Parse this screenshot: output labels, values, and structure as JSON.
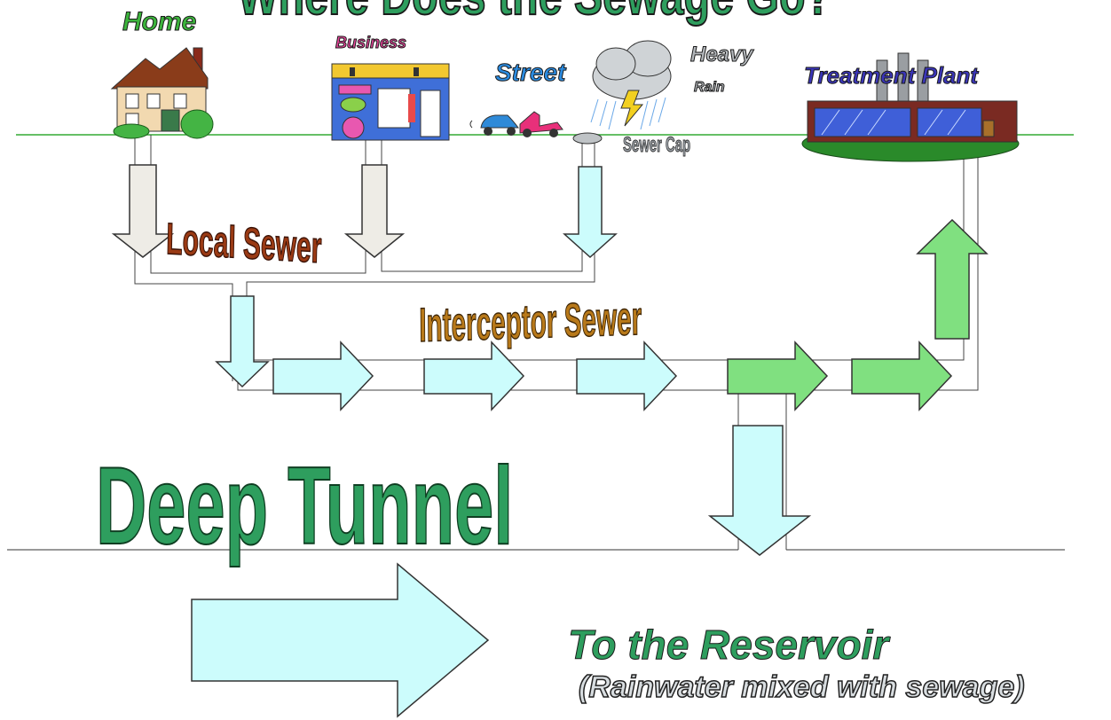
{
  "title": "Where Does the Sewage Go?",
  "labels": {
    "home": "Home",
    "business": "Business",
    "street": "Street",
    "heavy": "Heavy",
    "rain": "Rain",
    "treatment_plant": "Treatment Plant",
    "sewer_cap": "Sewer Cap",
    "local_sewer": "Local Sewer",
    "interceptor_sewer": "Interceptor Sewer",
    "deep_tunnel": "Deep Tunnel",
    "to_reservoir": "To the Reservoir",
    "reservoir_note": "(Rainwater mixed with sewage)"
  },
  "colors": {
    "sewage_arrow": "#eeece6",
    "water_arrow": "#ccfcfc",
    "treated_arrow": "#80e080",
    "ground_line": "#33aa33",
    "title_green": "#2e9e5e"
  },
  "icons": [
    "house-icon",
    "storefront-icon",
    "cars-icon",
    "storm-cloud-icon",
    "sewer-cap-icon",
    "factory-icon"
  ]
}
